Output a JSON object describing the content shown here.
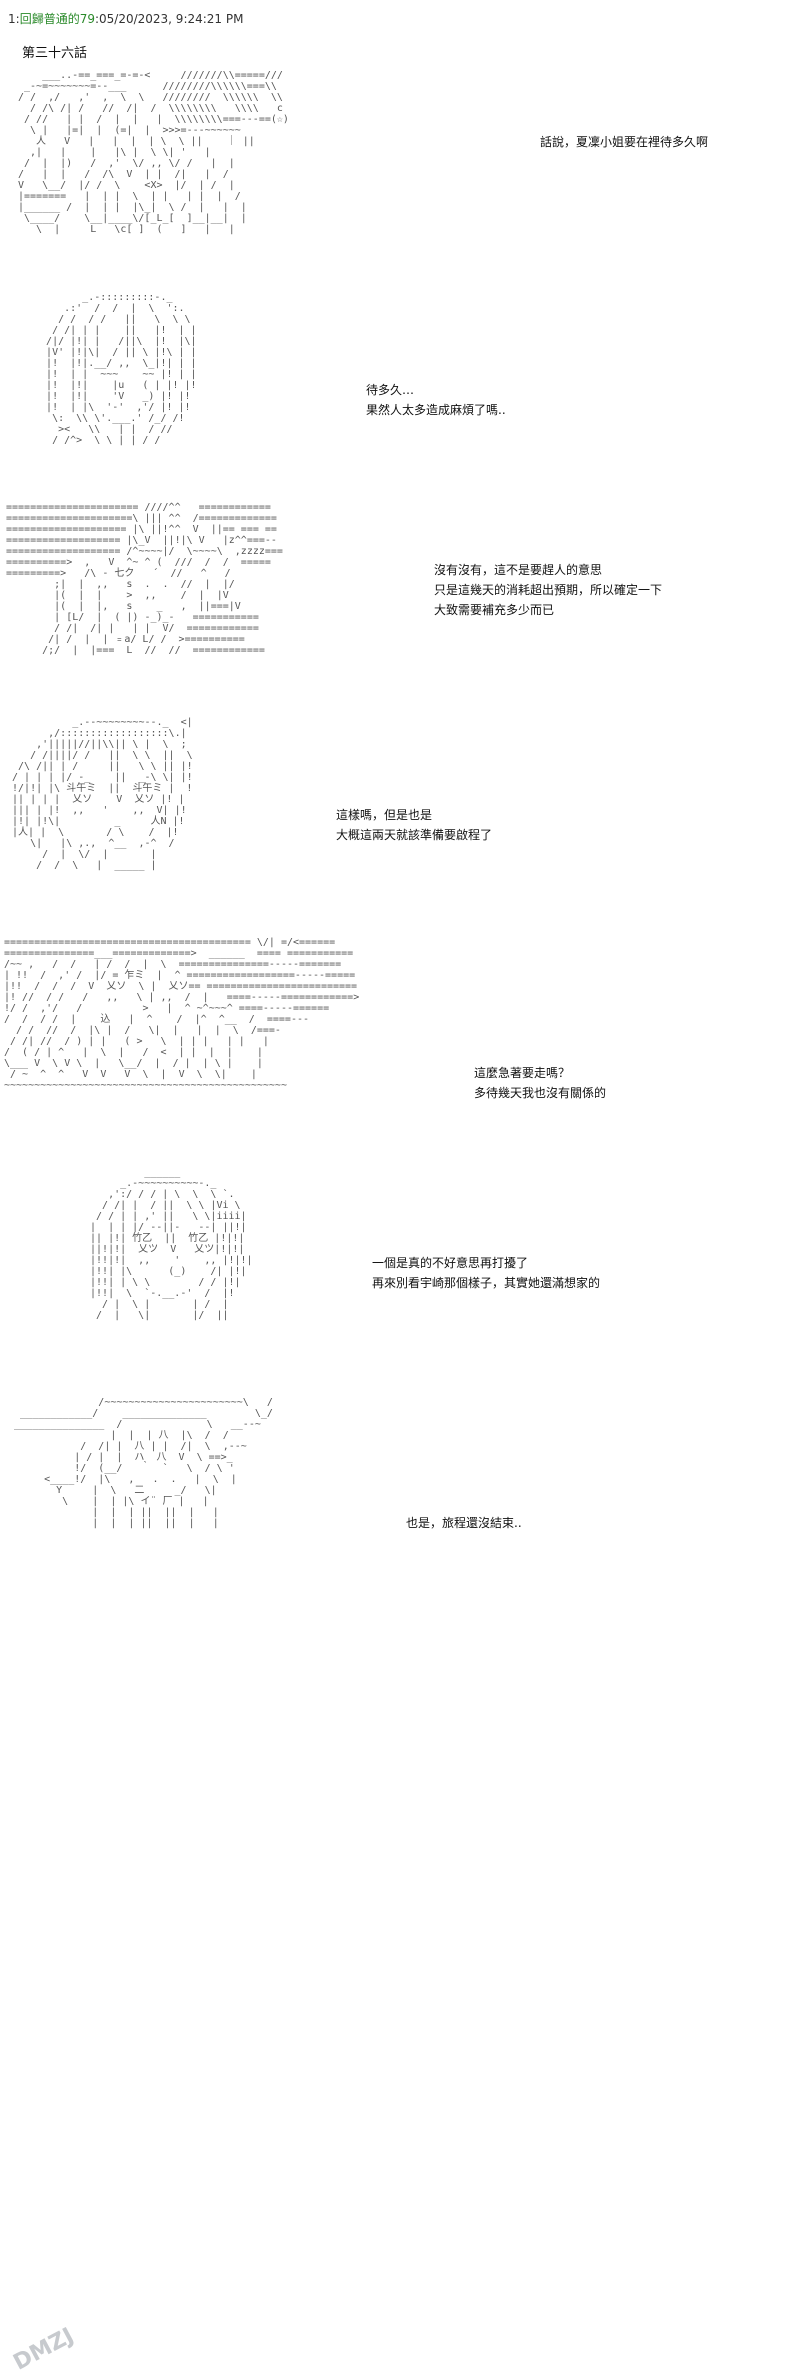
{
  "post": {
    "index": "1:",
    "user": "回歸普通的79",
    "timestamp": "05/20/2023, 9:24:21 PM"
  },
  "chapter_title": "第三十六話",
  "panels": [
    {
      "id": "p1",
      "lines": [
        "話說，夏凜小姐要在裡待多久啊"
      ]
    },
    {
      "id": "p2",
      "lines": [
        "待多久…",
        "果然人太多造成麻煩了嗎.."
      ]
    },
    {
      "id": "p3",
      "lines": [
        "沒有沒有，這不是要趕人的意思",
        "只是這幾天的消耗超出預期，所以確定一下",
        "大致需要補充多少而已"
      ]
    },
    {
      "id": "p4",
      "lines": [
        "這樣嗎，但是也是",
        "大概這兩天就該準備要啟程了"
      ]
    },
    {
      "id": "p5",
      "lines": [
        "這麼急著要走嗎？",
        "多待幾天我也沒有關係的"
      ]
    },
    {
      "id": "p6",
      "lines": [
        "一個是真的不好意思再打擾了",
        "再來別看宇崎那個樣子，其實她還滿想家的"
      ]
    },
    {
      "id": "p7",
      "lines": [
        "也是，旅程還沒結束.."
      ]
    }
  ],
  "watermark": {
    "text": "DMZJ",
    "color": "#9aa0a6"
  }
}
